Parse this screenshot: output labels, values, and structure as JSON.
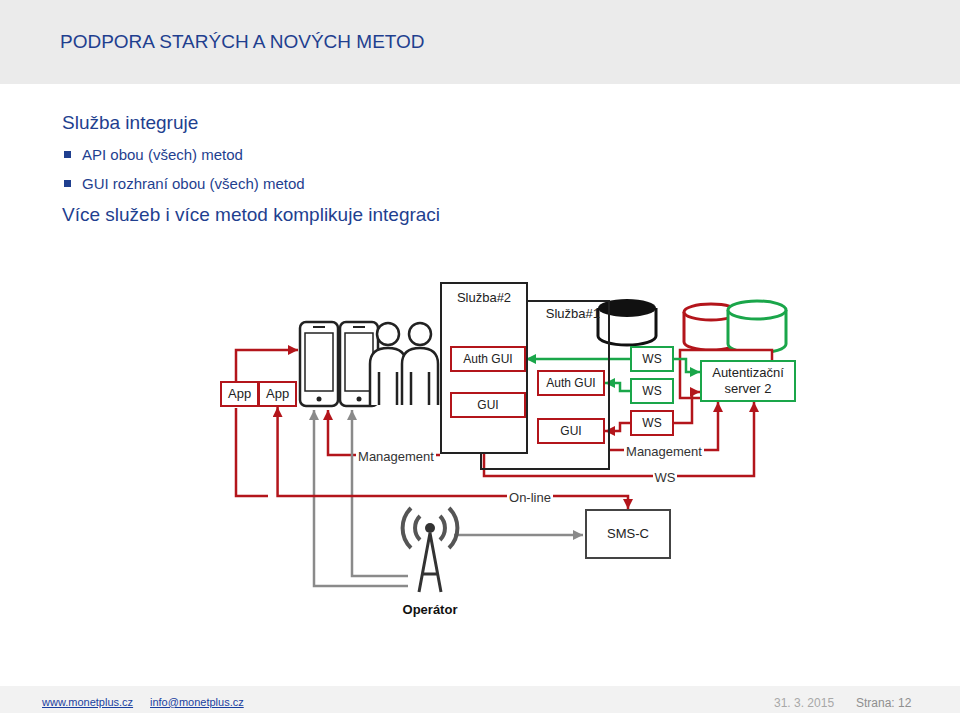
{
  "diagram": {
    "title": "PODPORA STARÝCH A NOVÝCH METOD",
    "nodes": [
      {
        "text": [
          "App"
        ]
      },
      {
        "text": [
          "App"
        ]
      },
      {
        "text": [
          "Služba#1"
        ]
      },
      {
        "text": [
          "Auth GUI"
        ],
        "in": 2
      },
      {
        "text": [
          "GUI"
        ],
        "in": 2
      },
      {
        "text": [
          "Služba#2"
        ]
      },
      {
        "text": [
          "Auth GUI"
        ],
        "in": 5
      },
      {
        "text": [
          "GUI"
        ],
        "in": 5
      },
      {
        "text": [
          "WS"
        ]
      },
      {
        "text": [
          "WS"
        ]
      },
      {
        "text": [
          "WS"
        ]
      },
      {
        "text": [
          "Autentizační server 2"
        ]
      },
      {
        "text": [
          "SMS-C"
        ]
      }
    ],
    "edges": [
      {
        "from": 8,
        "to": 6,
        "arrow": "to"
      },
      {
        "from": 9,
        "to": 3,
        "arrow": "to"
      },
      {
        "from": 10,
        "to": 4,
        "arrow": "to"
      },
      {
        "from": 8,
        "to": 11,
        "arrow": "to"
      },
      {
        "from": 10,
        "to": 11,
        "arrow": "to"
      },
      {
        "from": 2,
        "to": 11,
        "label": "Management",
        "arrow": "to"
      },
      {
        "from": 5,
        "to": 11,
        "label": "WS",
        "arrow": "to"
      },
      {
        "from": 1,
        "to": 12,
        "label": "On-line",
        "arrow": "both"
      }
    ],
    "labels": [
      "Služba integruje",
      "API obou (všech) metod",
      "GUI rozhraní obou (všech) metod",
      "Více služeb i více metod komplikuje integraci",
      "Management",
      "Operátor",
      "www.monetplus.cz",
      "info@monetplus.cz",
      "31. 3. 2015",
      "Strana: 12"
    ]
  }
}
